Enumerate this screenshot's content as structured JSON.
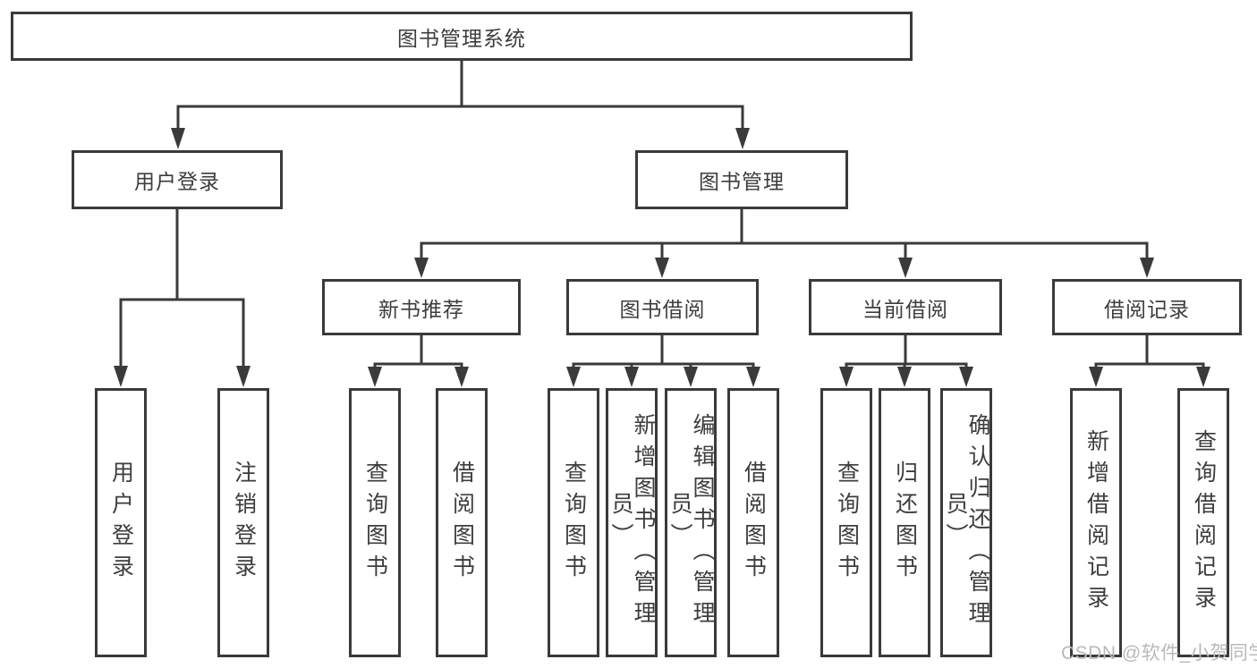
{
  "diagram": {
    "title": "图书管理系统",
    "colors": {
      "line": "#3a3a3a",
      "text": "#3d3d3d",
      "watermark": "#b9b9b9",
      "background": "#ffffff"
    }
  },
  "tree": {
    "root": {
      "label": "图书管理系统"
    },
    "children": [
      {
        "label": "用户登录",
        "children": [
          {
            "label": "用户登录"
          },
          {
            "label": "注销登录"
          }
        ]
      },
      {
        "label": "图书管理",
        "children": [
          {
            "label": "新书推荐",
            "children": [
              {
                "label": "查询图书"
              },
              {
                "label": "借阅图书"
              }
            ]
          },
          {
            "label": "图书借阅",
            "children": [
              {
                "label": "查询图书"
              },
              {
                "label": "新增图书（管理员）"
              },
              {
                "label": "编辑图书（管理员）"
              },
              {
                "label": "借阅图书"
              }
            ]
          },
          {
            "label": "当前借阅",
            "children": [
              {
                "label": "查询图书"
              },
              {
                "label": "归还图书"
              },
              {
                "label": "确认归还（管理员）"
              }
            ]
          },
          {
            "label": "借阅记录",
            "children": [
              {
                "label": "新增借阅记录"
              },
              {
                "label": "查询借阅记录"
              }
            ]
          }
        ]
      }
    ]
  },
  "watermark": {
    "text": "CSDN @软件_小贺同学"
  }
}
